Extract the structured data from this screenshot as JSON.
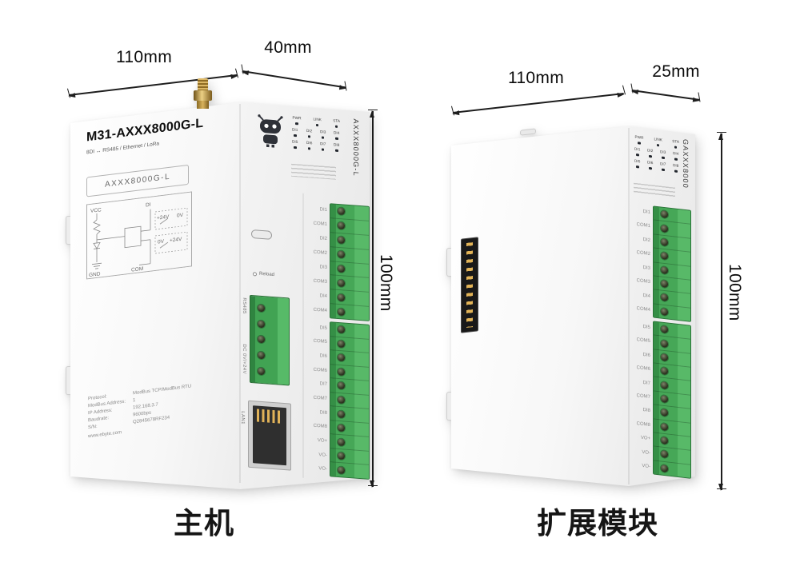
{
  "captions": {
    "main": "主机",
    "expansion": "扩展模块"
  },
  "dimensions": {
    "main_width": "110mm",
    "main_depth": "40mm",
    "main_height": "100mm",
    "exp_width": "110mm",
    "exp_depth": "25mm",
    "exp_height": "100mm"
  },
  "main": {
    "title": "M31-AXXX8000G-L",
    "subtitle": "8DI ↔ RS485 / Ethernet / LoRa",
    "model_label": "AXXX8000G-L",
    "vertical_model": "AXXX8000G-L",
    "circuit_labels": [
      "VCC",
      "DI",
      "GND",
      "COM",
      "+24V",
      "0V",
      "0V",
      "+24V"
    ],
    "specs": [
      {
        "label": "Protocol:",
        "value": "ModBus TCP/ModBus RTU"
      },
      {
        "label": "ModBus Address:",
        "value": "1"
      },
      {
        "label": "IP Address:",
        "value": "192.168.3.7"
      },
      {
        "label": "Baudrate:",
        "value": "9600bps"
      },
      {
        "label": "S/N:",
        "value": "Q2845678RF234"
      }
    ],
    "website": "www.ebyte.com",
    "leds_top": [
      "PWR",
      "LINK",
      "STA"
    ],
    "leds_row1": [
      "DI1",
      "DI2",
      "DI3",
      "DI4"
    ],
    "leds_row2": [
      "DI5",
      "DI6",
      "DI7",
      "DI8"
    ],
    "ports": {
      "reload": "Reload",
      "rs485": "RS485",
      "power": "DC 0V/+24V",
      "lan": "LAN1"
    },
    "terminals_upper": [
      "DI1",
      "COM1",
      "DI2",
      "COM2",
      "DI3",
      "COM3",
      "DI4",
      "COM4"
    ],
    "terminals_lower": [
      "DI5",
      "COM5",
      "DI6",
      "COM6",
      "DI7",
      "COM7",
      "DI8",
      "COM8",
      "VO+",
      "VO-",
      "VO-"
    ]
  },
  "expansion": {
    "vertical_model": "GAXXX8000",
    "leds_top": [
      "PWR",
      "LINK",
      "STA"
    ],
    "leds_row1": [
      "DI1",
      "DI2",
      "DI3",
      "DI4"
    ],
    "leds_row2": [
      "DI5",
      "DI6",
      "DI7",
      "DI8"
    ],
    "terminals_upper": [
      "DI1",
      "COM1",
      "DI2",
      "COM2",
      "DI3",
      "COM3",
      "DI4",
      "COM4"
    ],
    "terminals_lower": [
      "DI5",
      "COM5",
      "DI6",
      "COM6",
      "DI7",
      "COM7",
      "DI8",
      "COM8",
      "VO+",
      "VO-",
      "VO-"
    ]
  },
  "colors": {
    "terminal_green": "#3b9c4b",
    "gold": "#d9ab55",
    "led_dark": "#23272e",
    "dim_line": "#1e1e1e"
  }
}
